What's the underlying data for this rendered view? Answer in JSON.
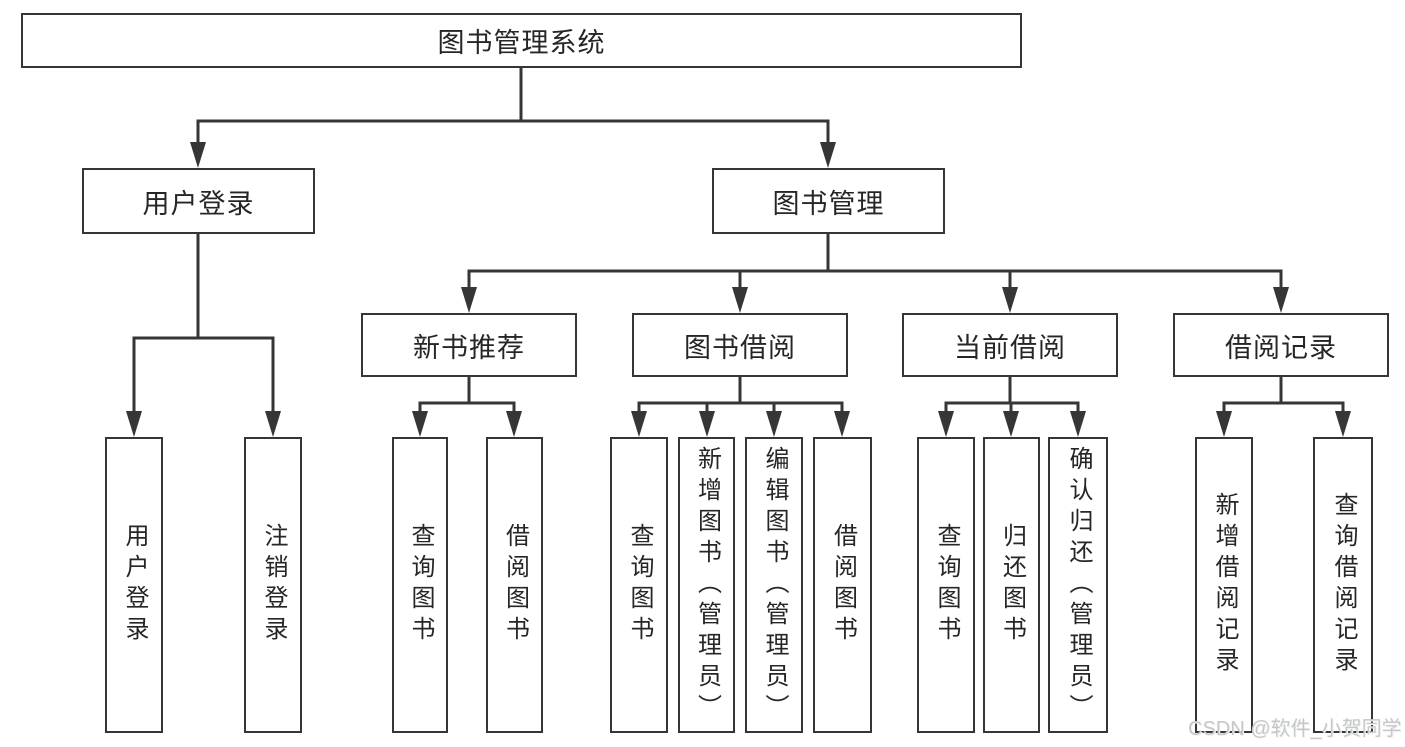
{
  "tree": {
    "label": "图书管理系统",
    "children": [
      {
        "label": "用户登录",
        "children": [
          {
            "label": "用户登录"
          },
          {
            "label": "注销登录"
          }
        ]
      },
      {
        "label": "图书管理",
        "children": [
          {
            "label": "新书推荐",
            "children": [
              {
                "label": "查询图书"
              },
              {
                "label": "借阅图书"
              }
            ]
          },
          {
            "label": "图书借阅",
            "children": [
              {
                "label": "查询图书"
              },
              {
                "label": "新增图书（管理员）"
              },
              {
                "label": "编辑图书（管理员）"
              },
              {
                "label": "借阅图书"
              }
            ]
          },
          {
            "label": "当前借阅",
            "children": [
              {
                "label": "查询图书"
              },
              {
                "label": "归还图书"
              },
              {
                "label": "确认归还（管理员）"
              }
            ]
          },
          {
            "label": "借阅记录",
            "children": [
              {
                "label": "新增借阅记录"
              },
              {
                "label": "查询借阅记录"
              }
            ]
          }
        ]
      }
    ]
  },
  "watermark": "CSDN @软件_小贺同学",
  "colors": {
    "line": "#363636",
    "text": "#262626",
    "watermark": "#c5c8ca",
    "background": "#ffffff"
  }
}
